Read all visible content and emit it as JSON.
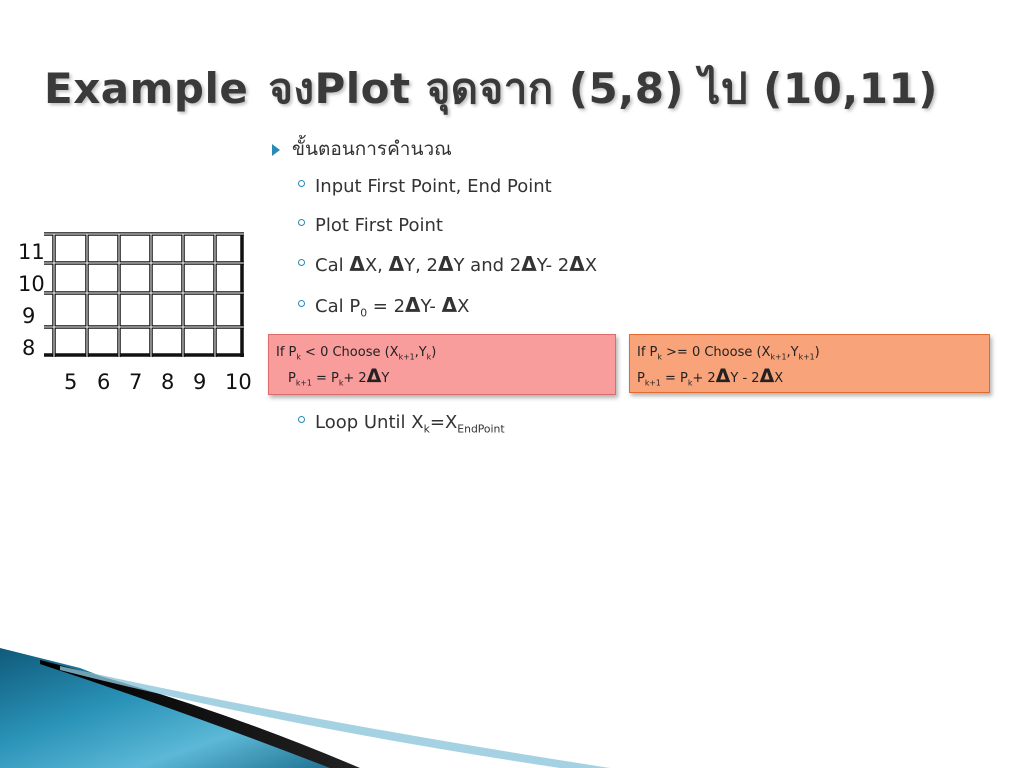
{
  "slide": {
    "title_left": "Example",
    "title_right": "จงPlot จุดจาก (5,8) ไป (10,11)"
  },
  "content": {
    "main_bullet": "ขั้นตอนการคำนวณ",
    "step1": "Input First Point, End Point",
    "step2": "Plot First Point",
    "step3": {
      "t1": "Cal ",
      "d1": "Δ",
      "t2": "X, ",
      "d2": "Δ",
      "t3": "Y, 2",
      "d3": "Δ",
      "t4": "Y and 2",
      "d4": "Δ",
      "t5": "Y- 2",
      "d5": "Δ",
      "t6": "X"
    },
    "step4": {
      "t1": "Cal P",
      "sub": "0",
      "t2": " = 2",
      "d1": "Δ",
      "t3": "Y- ",
      "d2": "Δ",
      "t4": "X"
    },
    "step5": {
      "t1": "Loop Until X",
      "sub1": "k",
      "t2": "=X",
      "sub2": "EndPoint"
    }
  },
  "box_left": {
    "l1_a": "If P",
    "l1_sub_k": "k",
    "l1_b": " < 0 Choose (X",
    "l1_sub_k1": "k+1",
    "l1_c": ",Y",
    "l1_sub_k2": "k",
    "l1_d": ")",
    "l2_a": "P",
    "l2_sub_k1": "k+1",
    "l2_b": " = P",
    "l2_sub_k": "k",
    "l2_c": "+ 2",
    "l2_delta": "Δ",
    "l2_d": "Y"
  },
  "box_right": {
    "l1_a": "If P",
    "l1_sub_k": "k",
    "l1_b": " >= 0 Choose (X",
    "l1_sub_k1": "k+1",
    "l1_c": ",Y",
    "l1_sub_k2": "k+1",
    "l1_d": ")",
    "l2_a": "P",
    "l2_sub_k1": "k+1",
    "l2_b": " = P",
    "l2_sub_k": "k",
    "l2_c": "+ 2",
    "l2_delta1": "Δ",
    "l2_d": "Y - 2",
    "l2_delta2": "Δ",
    "l2_e": "X"
  },
  "grid": {
    "y_labels": [
      "11",
      "10",
      "9",
      "8"
    ],
    "x_labels": [
      "5",
      "6",
      "7",
      "8",
      "9",
      "10"
    ]
  },
  "colors": {
    "accent": "#2a8ab5",
    "box_left_fill": "#f89c9c",
    "box_right_fill": "#f9a37a",
    "title": "#3a3a3a"
  }
}
